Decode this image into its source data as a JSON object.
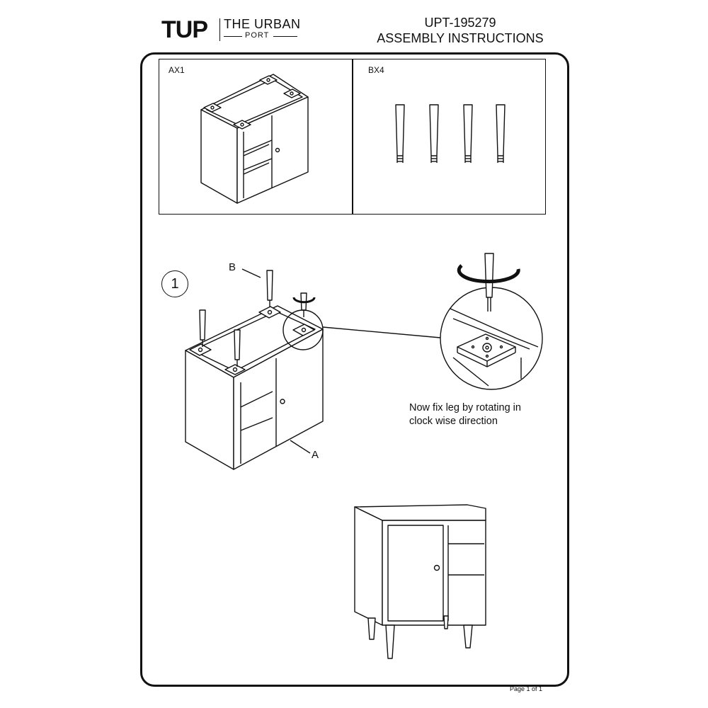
{
  "brand": {
    "mark": "TUP",
    "name_line1": "THE URBAN",
    "name_line2": "PORT"
  },
  "header": {
    "code": "UPT-195279",
    "title": "ASSEMBLY INSTRUCTIONS"
  },
  "parts": [
    {
      "label": "AX1"
    },
    {
      "label": "BX4"
    }
  ],
  "step": {
    "number": "1",
    "callout_leg": "B",
    "callout_body": "A",
    "note_line1": "Now fix leg by rotating in",
    "note_line2": "clock wise direction"
  },
  "footer": {
    "page": "Page 1 of 1"
  }
}
